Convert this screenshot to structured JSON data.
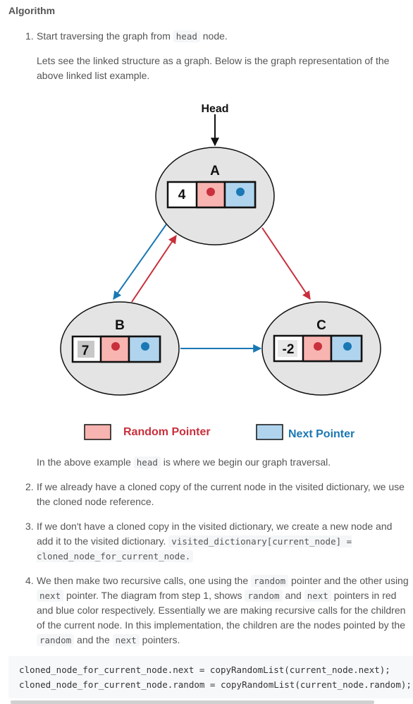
{
  "heading": "Algorithm",
  "steps": [
    {
      "num": "1.",
      "before": "Start traversing the graph from ",
      "code": "head",
      "after": " node."
    },
    {
      "num": "2.",
      "text": "If we already have a cloned copy of the current node in the visited dictionary, we use the cloned node reference."
    },
    {
      "num": "3.",
      "text": "If we don't have a cloned copy in the visited dictionary, we create a new node and add it to the visited dictionary.",
      "code": "visited_dictionary[current_node] = cloned_node_for_current_node."
    },
    {
      "num": "4.",
      "t1": "We then make two recursive calls, one using the ",
      "c1": "random",
      "t2": " pointer and the other using ",
      "c2": "next",
      "t3": " pointer. The diagram from step 1, shows ",
      "c3": "random",
      "t4": " and ",
      "c4": "next",
      "t5": " pointers in red and blue color respectively. Essentially we are making recursive calls for the children of the current node. In this implementation, the children are the nodes pointed by the ",
      "c5": "random",
      "t6": " and the ",
      "c6": "next",
      "t7": " pointers."
    }
  ],
  "intro_para": "Lets see the linked structure as a graph. Below is the graph representation of the above linked list example.",
  "after_para": {
    "before": "In the above example ",
    "code": "head",
    "after": " is where we begin our graph traversal."
  },
  "diagram": {
    "head_label": "Head",
    "nodes": [
      {
        "name": "A",
        "value": "4"
      },
      {
        "name": "B",
        "value": "7"
      },
      {
        "name": "C",
        "value": "-2"
      }
    ],
    "legend": {
      "random": "Random Pointer",
      "next": "Next Pointer"
    },
    "colors": {
      "random": "#c8303c",
      "next": "#1a78b4",
      "random_fill": "#f8b4b0",
      "next_fill": "#b0d4ee",
      "node_fill": "#e4e4e4"
    }
  },
  "code_lines": [
    "cloned_node_for_current_node.next = copyRandomList(current_node.next);",
    "cloned_node_for_current_node.random = copyRandomList(current_node.random);"
  ]
}
